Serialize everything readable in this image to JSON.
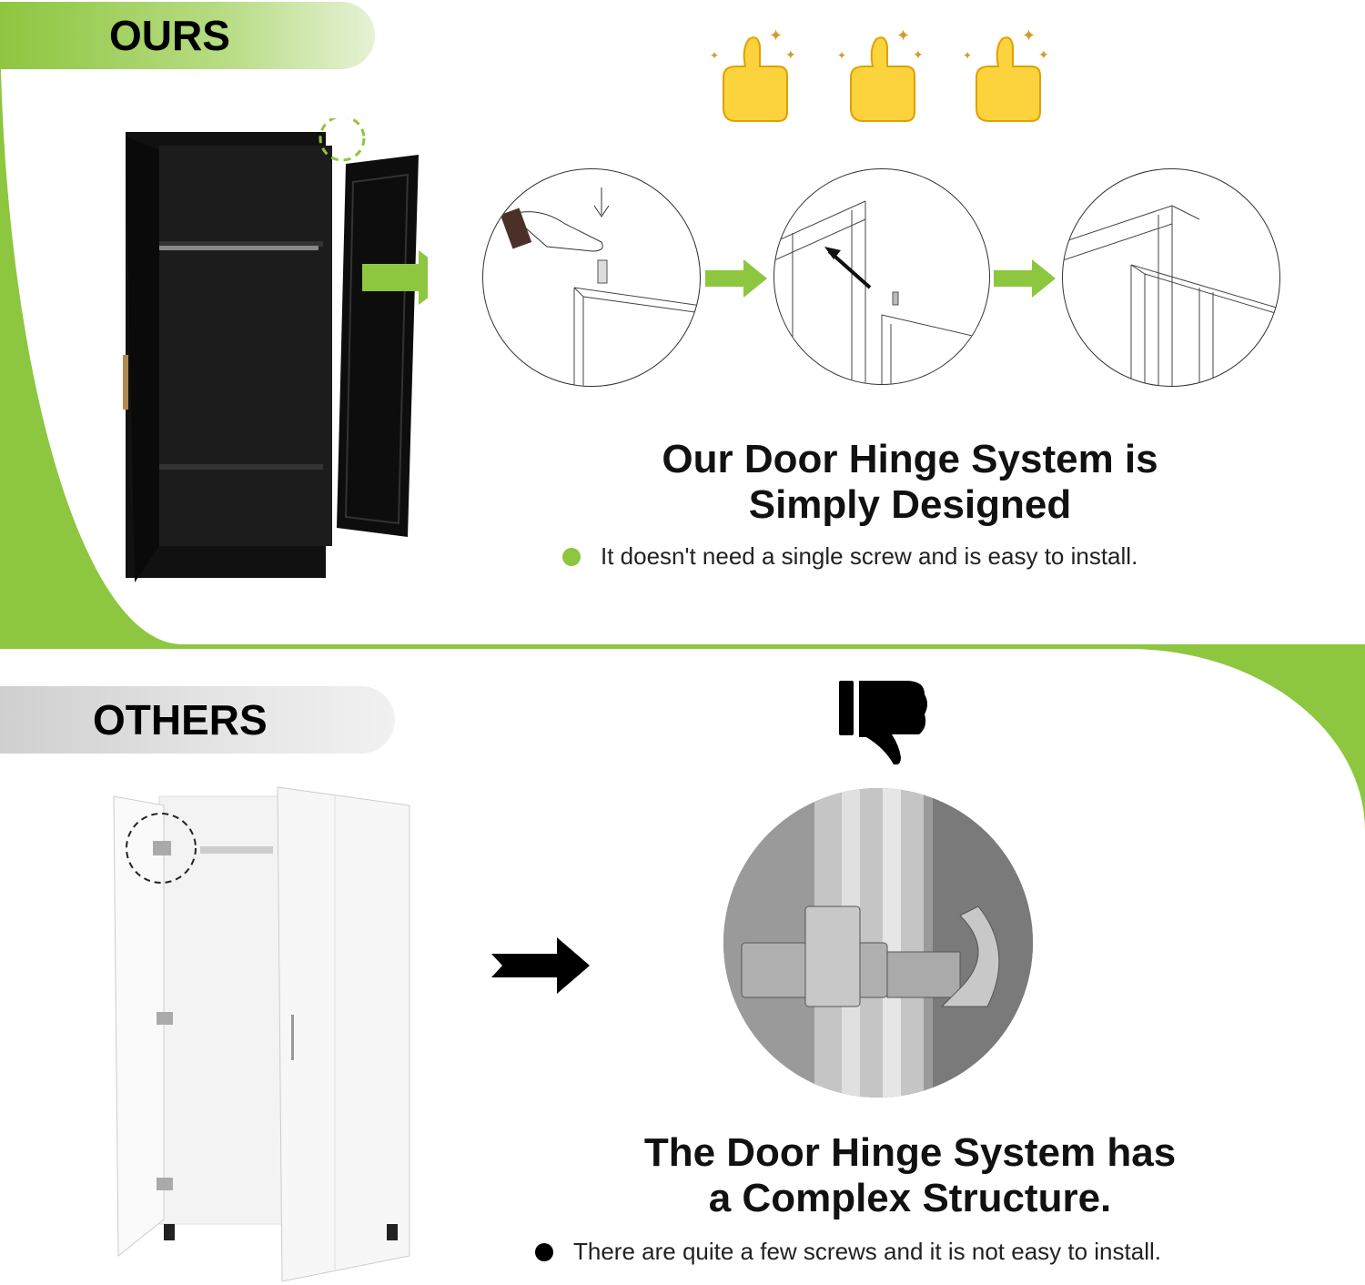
{
  "colors": {
    "accent": "#8dc63f",
    "dark": "#111111",
    "gray_tag": "#d9d9d9"
  },
  "ours": {
    "tag": "OURS",
    "headline_line1": "Our Door Hinge System is",
    "headline_line2": "Simply Designed",
    "bullet": "It doesn't need a single screw and is easy to install.",
    "icons": [
      "thumbs-up-icon",
      "thumbs-up-icon",
      "thumbs-up-icon"
    ]
  },
  "others": {
    "tag": "OTHERS",
    "headline_line1": "The Door Hinge System has",
    "headline_line2": "a Complex Structure.",
    "bullet": "There are quite a few screws and it is not easy to install.",
    "icons": [
      "thumbs-down-icon"
    ]
  }
}
